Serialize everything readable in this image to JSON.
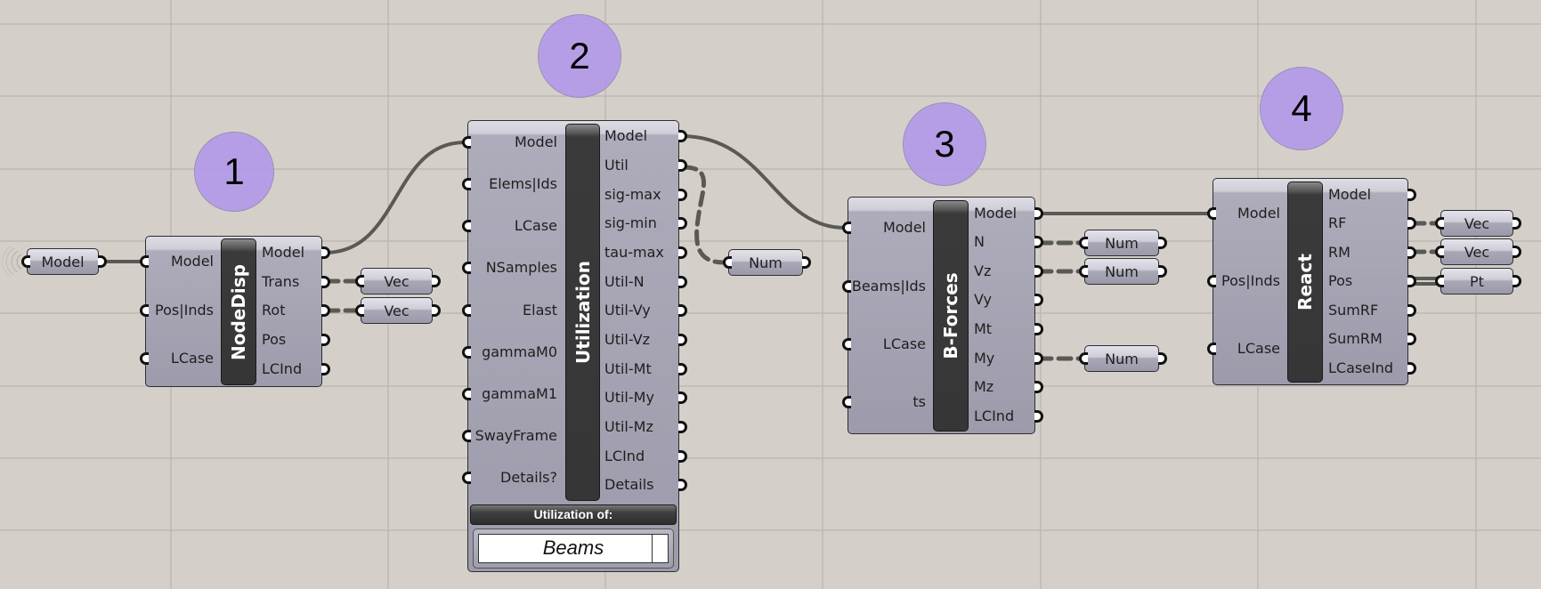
{
  "canvas": {
    "background": "#d4d0c9",
    "grid_color": "#bdb9b2",
    "wire_color": "#5a5955",
    "marker_color": "#b296eb"
  },
  "markers": [
    {
      "label": "1"
    },
    {
      "label": "2"
    },
    {
      "label": "3"
    },
    {
      "label": "4"
    }
  ],
  "model_param": {
    "label": "Model"
  },
  "nodedisp": {
    "title": "NodeDisp",
    "inputs": [
      "Model",
      "Pos|Inds",
      "LCase"
    ],
    "outputs": [
      "Model",
      "Trans",
      "Rot",
      "Pos",
      "LCInd"
    ],
    "attached": [
      "Vec",
      "Vec"
    ]
  },
  "utilization": {
    "title": "Utilization",
    "inputs": [
      "Model",
      "Elems|Ids",
      "LCase",
      "NSamples",
      "Elast",
      "gammaM0",
      "gammaM1",
      "SwayFrame",
      "Details?"
    ],
    "outputs": [
      "Model",
      "Util",
      "sig-max",
      "sig-min",
      "tau-max",
      "Util-N",
      "Util-Vy",
      "Util-Vz",
      "Util-Mt",
      "Util-My",
      "Util-Mz",
      "LCInd",
      "Details"
    ],
    "footer_label": "Utilization of:",
    "dropdown_value": "Beams",
    "attached": [
      "Num"
    ]
  },
  "bforces": {
    "title": "B-Forces",
    "inputs": [
      "Model",
      "Beams|Ids",
      "LCase",
      "ts"
    ],
    "outputs": [
      "Model",
      "N",
      "Vz",
      "Vy",
      "Mt",
      "My",
      "Mz",
      "LCInd"
    ],
    "attached": [
      "Num",
      "Num",
      "Num"
    ]
  },
  "react": {
    "title": "React",
    "inputs": [
      "Model",
      "Pos|Inds",
      "LCase"
    ],
    "outputs": [
      "Model",
      "RF",
      "RM",
      "Pos",
      "SumRF",
      "SumRM",
      "LCaseInd"
    ],
    "attached": [
      "Vec",
      "Vec",
      "Pt"
    ]
  }
}
